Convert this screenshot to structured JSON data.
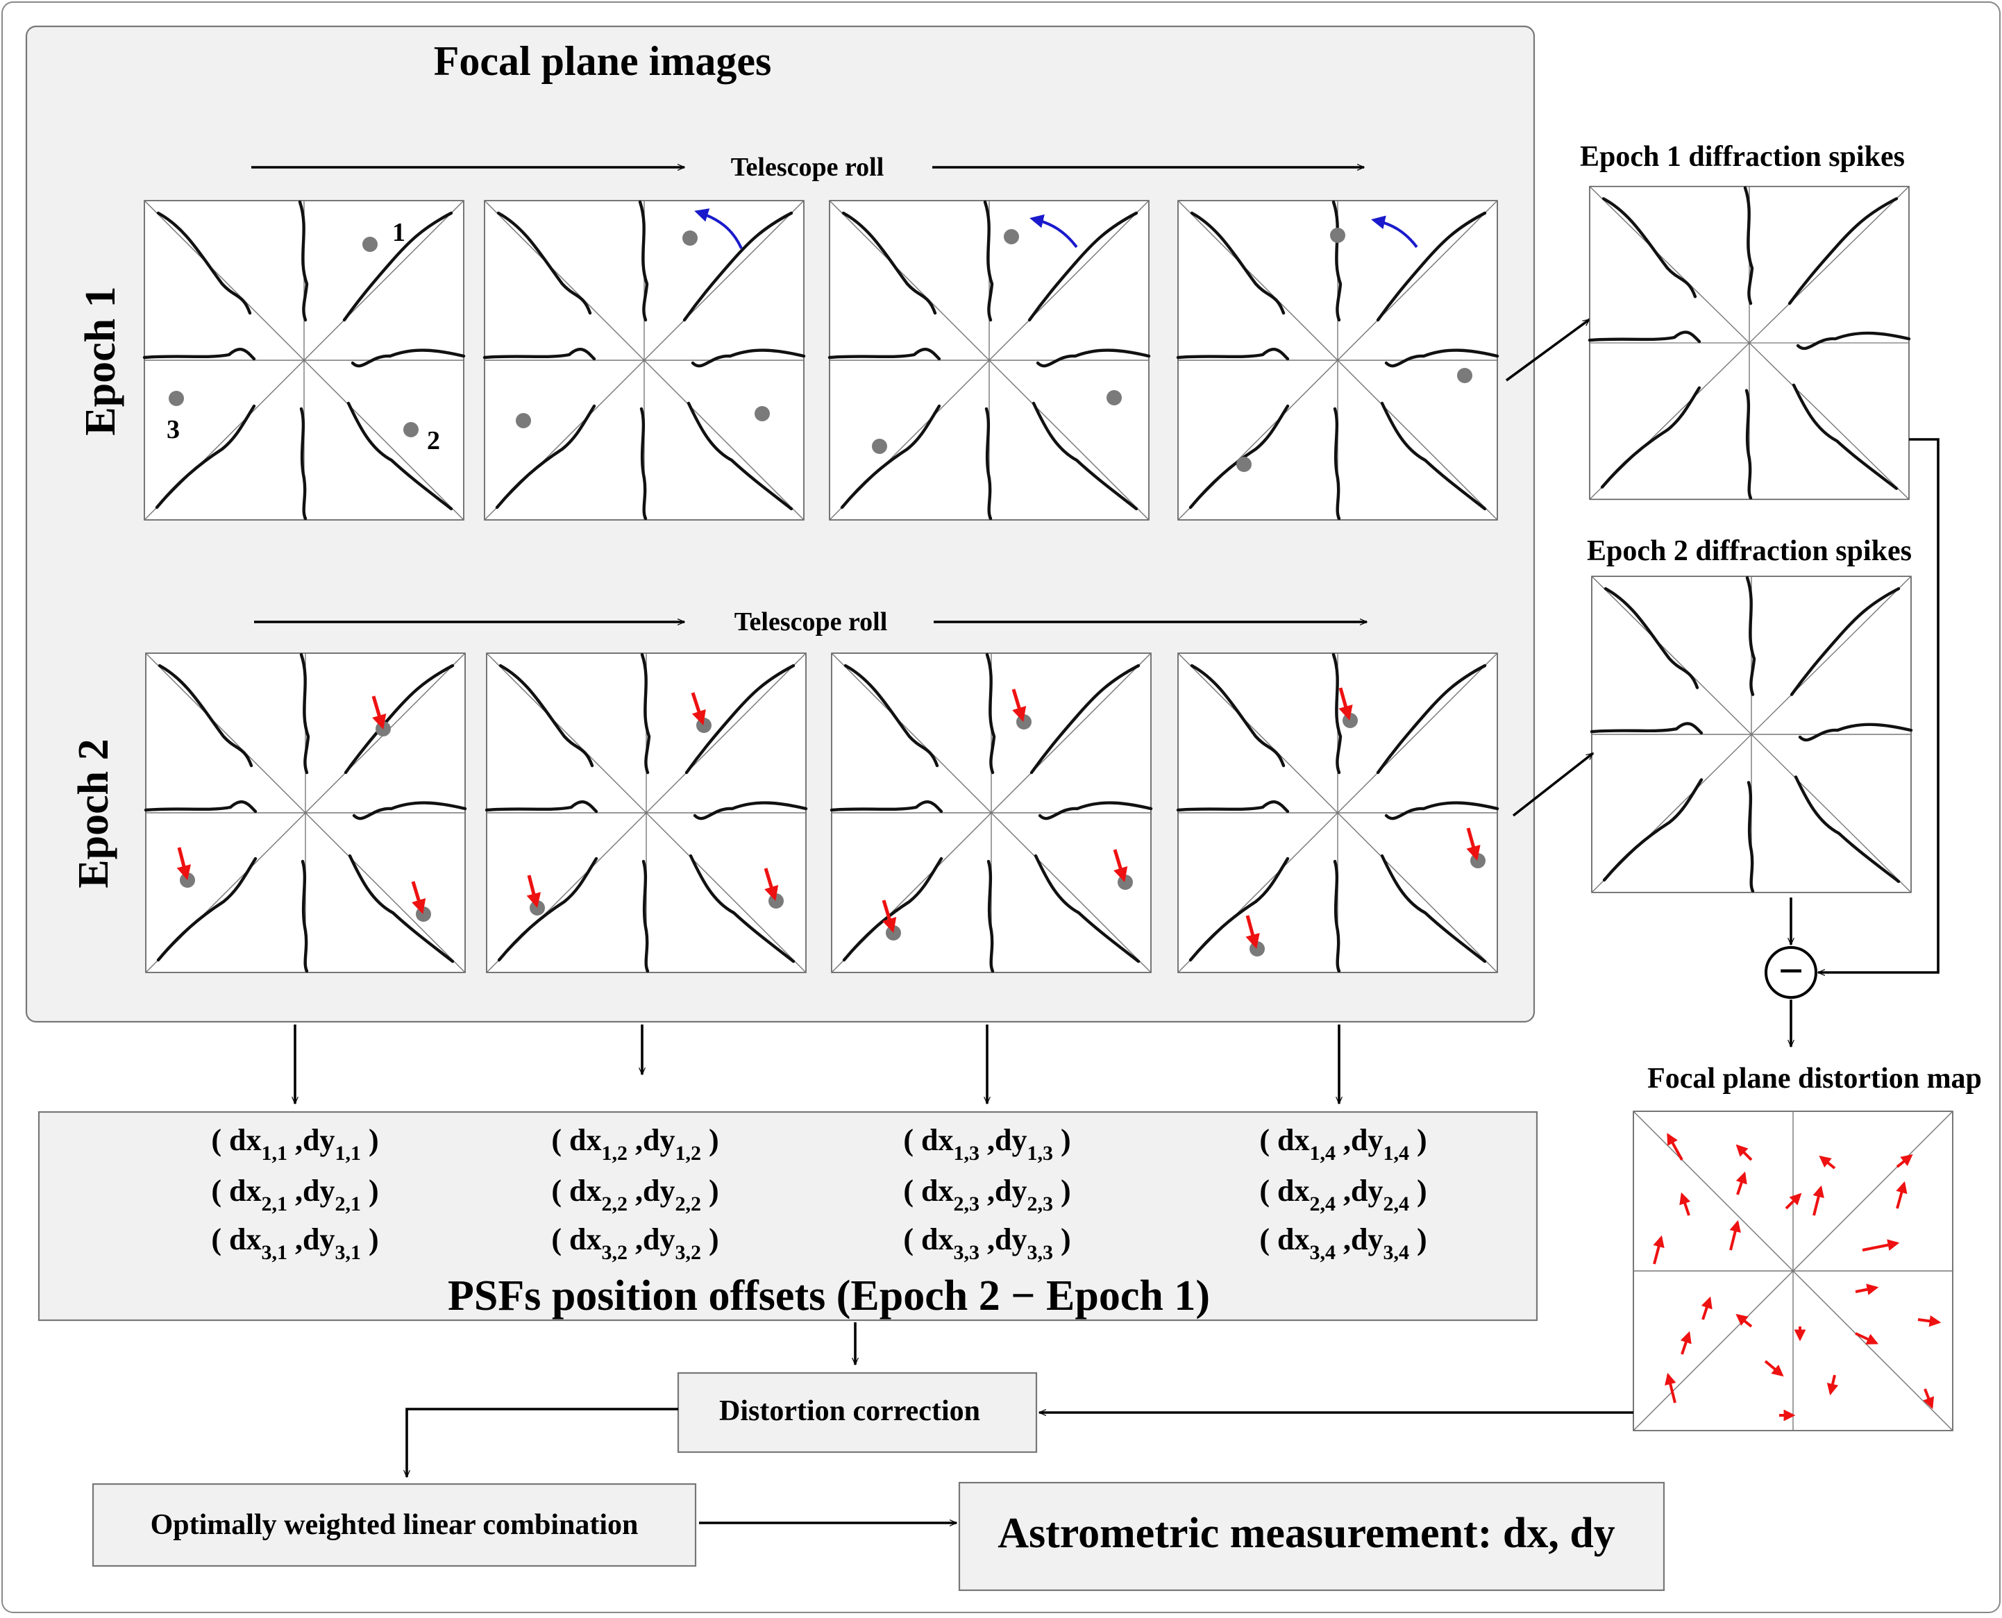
{
  "title": "Focal plane images",
  "telescope_roll": "Telescope roll",
  "epochs": [
    "Epoch 1",
    "Epoch 2"
  ],
  "star_labels": [
    "1",
    "2",
    "3"
  ],
  "epoch1_spikes": "Epoch 1 diffraction spikes",
  "epoch2_spikes": "Epoch 2 diffraction spikes",
  "distortion_map": "Focal plane distortion map",
  "minus_symbol": "−",
  "offsets_title": "PSFs position offsets (Epoch 2 − Epoch 1)",
  "offsets": [
    [
      "( dx1,1 ,dy1,1 )",
      "( dx2,1 ,dy2,1 )",
      "( dx3,1 ,dy3,1 )"
    ],
    [
      "( dx1,2 ,dy1,2 )",
      "( dx2,2 ,dy2,2 )",
      "( dx3,2 ,dy3,2 )"
    ],
    [
      "( dx1,3 ,dy1,3 )",
      "( dx2,3 ,dy2,3 )",
      "( dx3,3 ,dy3,3 )"
    ],
    [
      "( dx1,4 ,dy1,4 )",
      "( dx2,4 ,dy2,4 )",
      "( dx3,4 ,dy3,4 )"
    ]
  ],
  "distortion_correction": "Distortion correction",
  "weighted_combination": "Optimally weighted linear combination",
  "astrometric": "Astrometric measurement: dx, dy",
  "colors": {
    "star": "#7a7a7a",
    "rotation_arrow": "#1a1acc",
    "offset_arrow": "#ee1111",
    "panel": "#f1f1f1"
  }
}
